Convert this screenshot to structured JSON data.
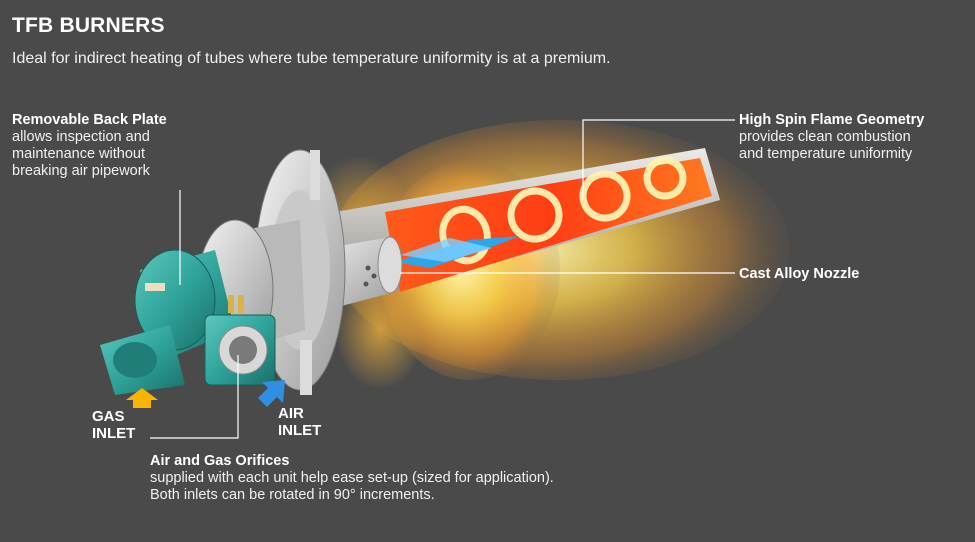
{
  "header": {
    "title": "TFB BURNERS",
    "subtitle": "Ideal for indirect heating of tubes where tube temperature uniformity is at a premium."
  },
  "callouts": {
    "back_plate": {
      "heading": "Removable Back Plate",
      "body": "allows inspection and\nmaintenance without\nbreaking air pipework"
    },
    "flame": {
      "heading": "High Spin Flame Geometry",
      "body": "provides clean combustion\nand temperature uniformity"
    },
    "nozzle": {
      "heading": "Cast Alloy Nozzle"
    },
    "orifices": {
      "heading": "Air and Gas Orifices",
      "body": "supplied with each unit help ease set-up (sized for application).\nBoth inlets can be rotated in 90° increments."
    }
  },
  "inlets": {
    "gas": "GAS\nINLET",
    "air": "AIR\nINLET"
  },
  "colors": {
    "background": "#4a4a4b",
    "burner_body": "#2fa39a",
    "flame_core": "#ff5a1a",
    "flame_glow": "#ffd34a",
    "gas_arrow": "#f7b500",
    "air_arrow": "#2f8fe0",
    "leader_line": "#ffffff"
  }
}
